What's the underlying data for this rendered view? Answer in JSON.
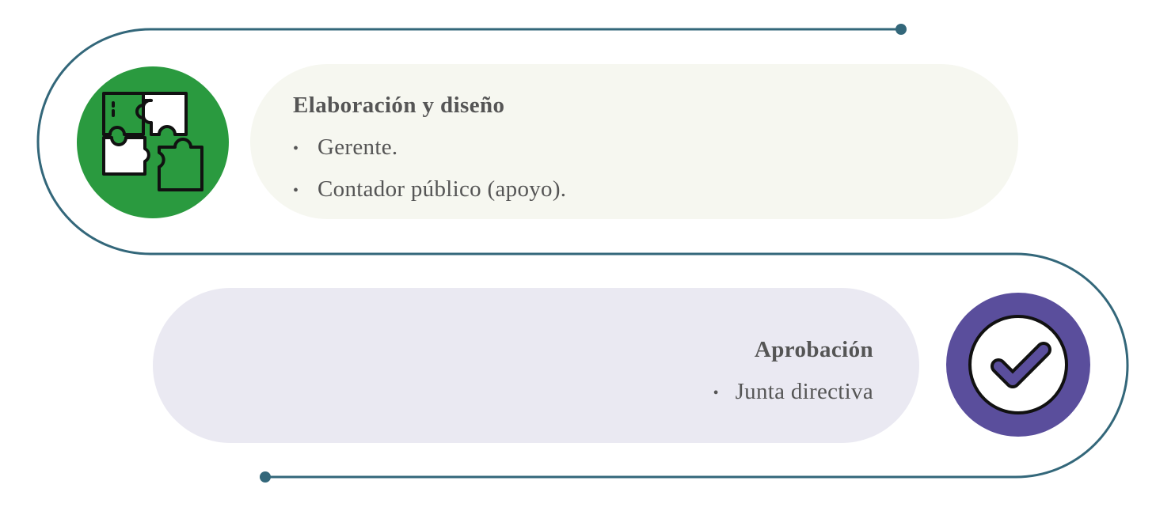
{
  "colors": {
    "connector": "#33677a",
    "step1_circle": "#2a9a3f",
    "step1_panel": "#f6f7f0",
    "step2_circle": "#5a4e9c",
    "step2_panel": "#eae9f2",
    "text": "#555555"
  },
  "steps": [
    {
      "title": "Elaboración y diseño",
      "icon": "puzzle-pieces-icon",
      "items": [
        "Gerente.",
        "Contador público (apoyo)."
      ]
    },
    {
      "title": "Aprobación",
      "icon": "check-circle-icon",
      "items": [
        "Junta directiva"
      ]
    }
  ],
  "bullet": "•"
}
